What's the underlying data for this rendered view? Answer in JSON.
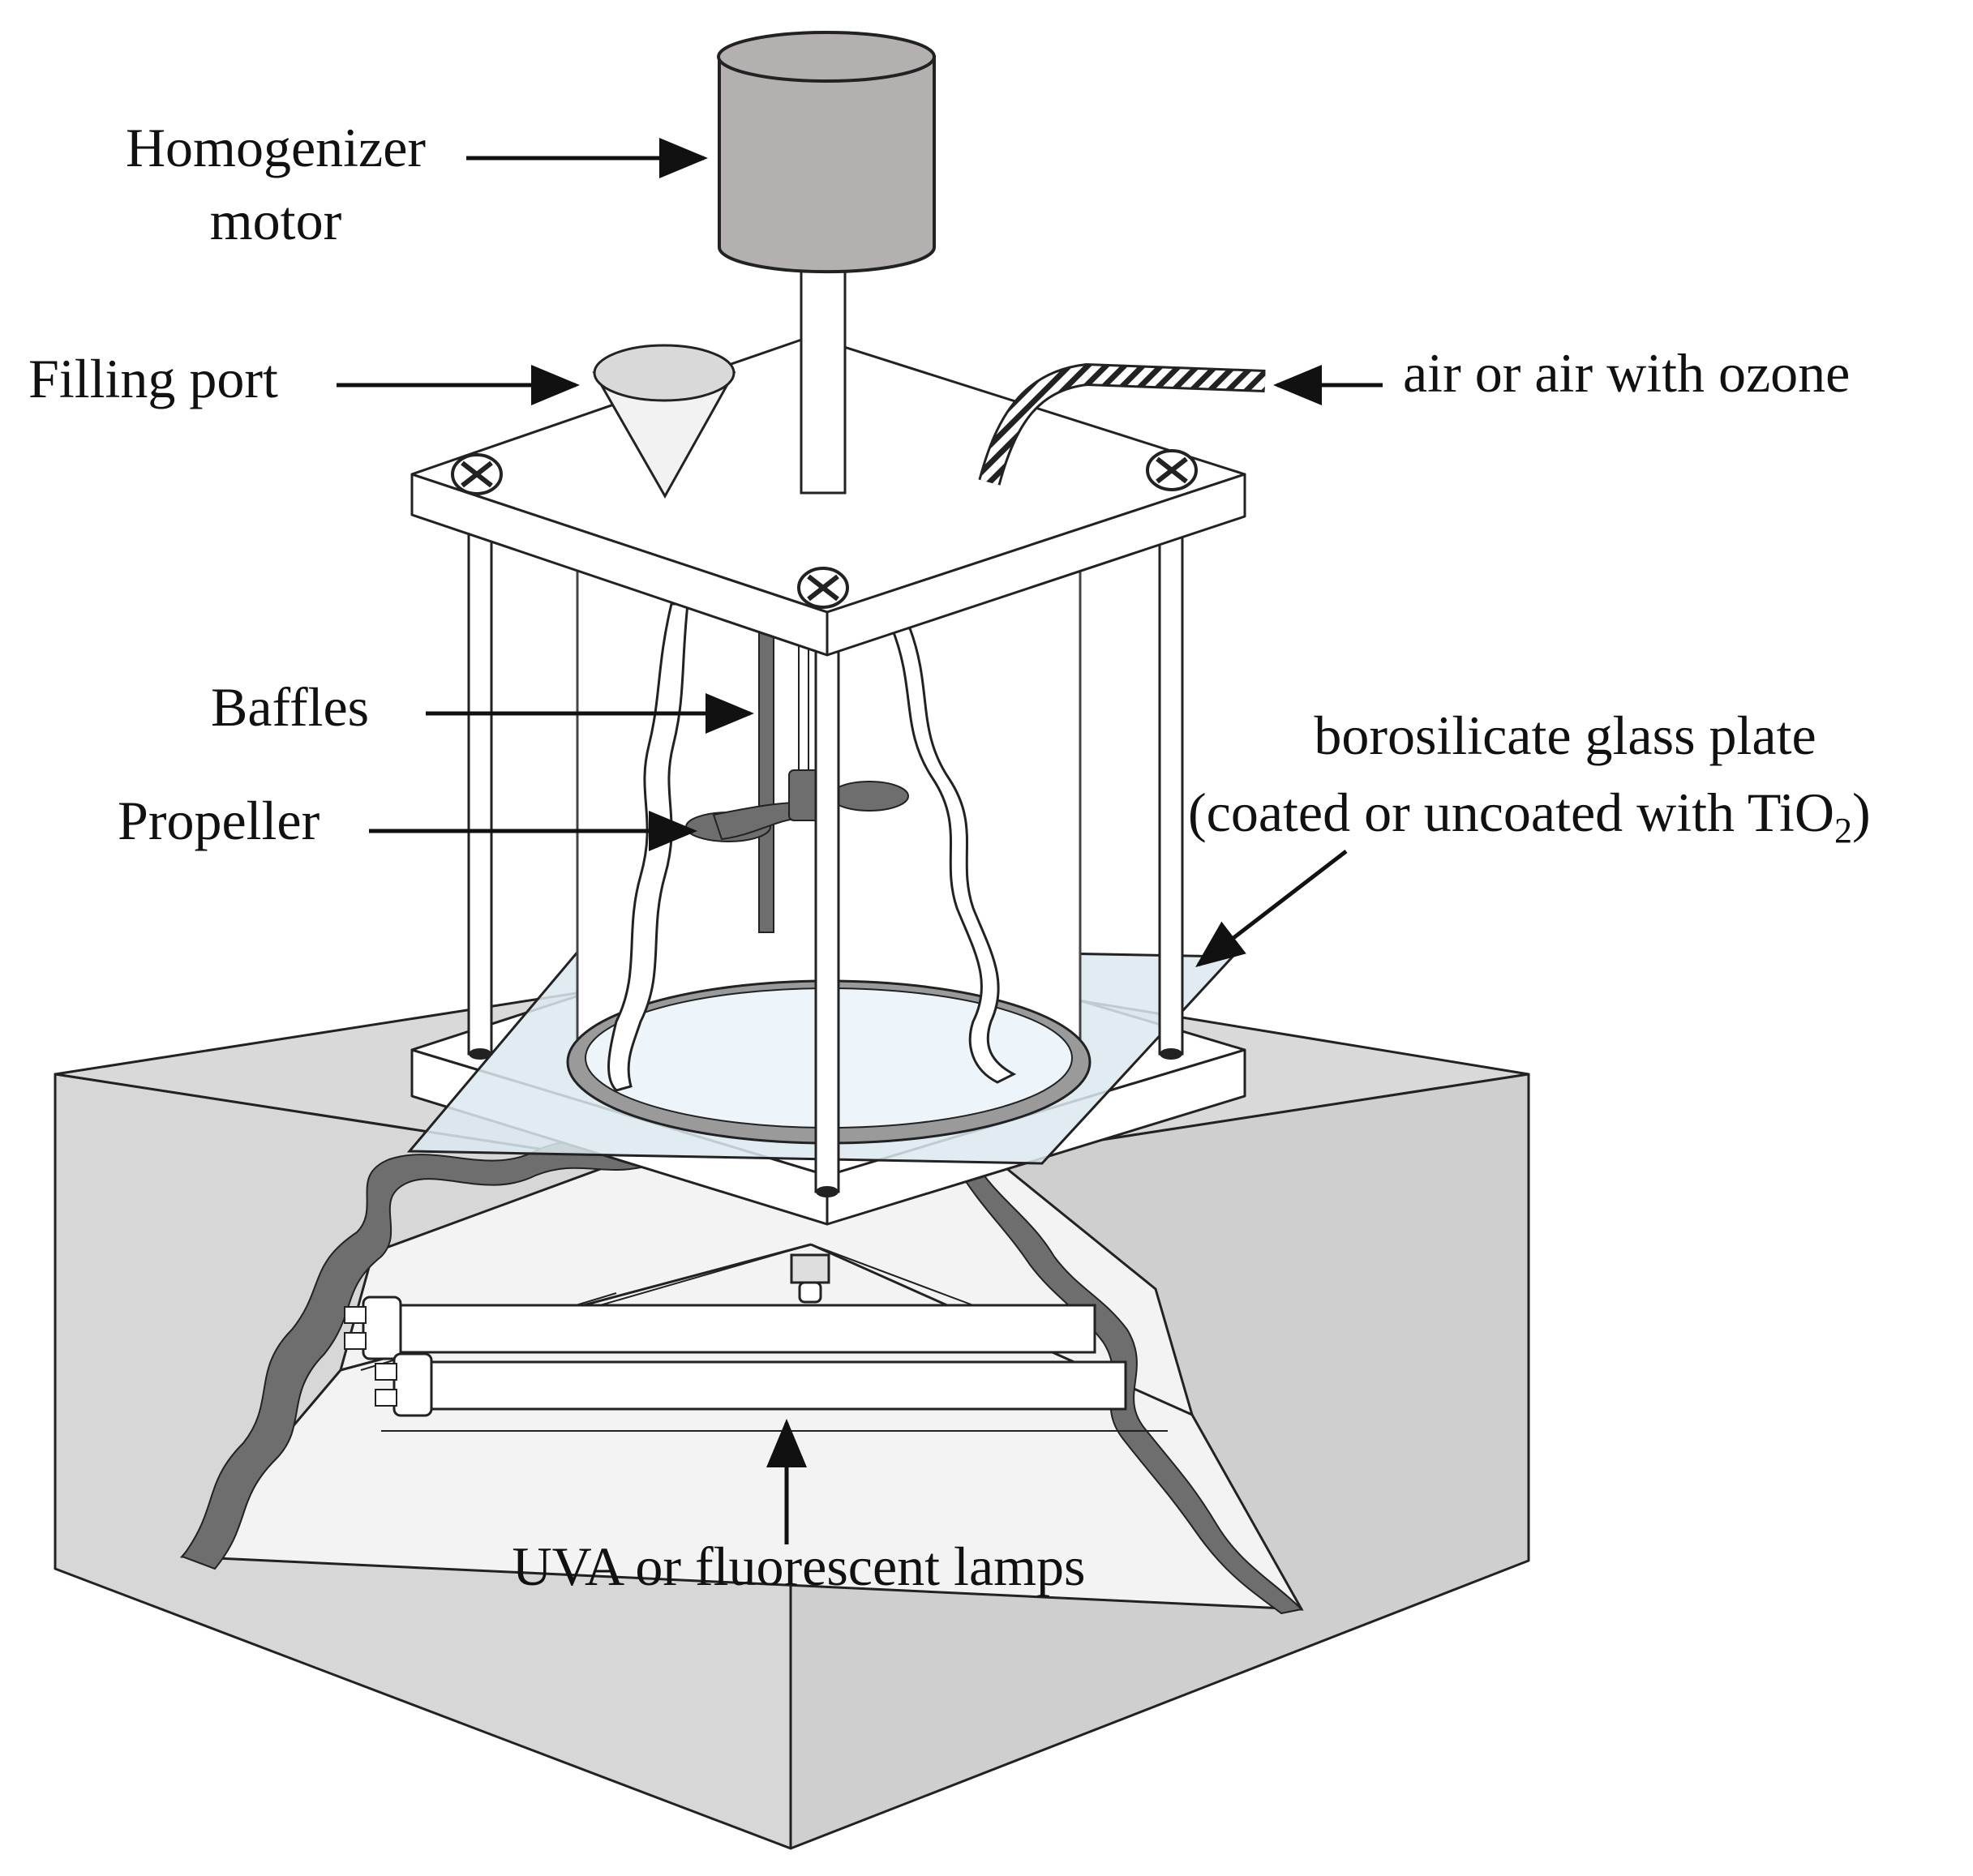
{
  "labels": {
    "motor_line1": "Homogenizer",
    "motor_line2": "motor",
    "filling_port": "Filling port",
    "air": "air or air with ozone",
    "baffles": "Baffles",
    "propeller": "Propeller",
    "glass_line1": "borosilicate glass plate",
    "glass_line2_pre": "(coated or uncoated with TiO",
    "glass_line2_sub": "2",
    "glass_line2_post": ")",
    "lamps": "UVA or fluorescent lamps"
  },
  "colors": {
    "motor": "#b4b0b0",
    "housing": "#d9d9d9",
    "plate": "#ffffff",
    "glass": "#dbe8f0",
    "torn_band": "#6e6e6e",
    "text": "#111111"
  }
}
